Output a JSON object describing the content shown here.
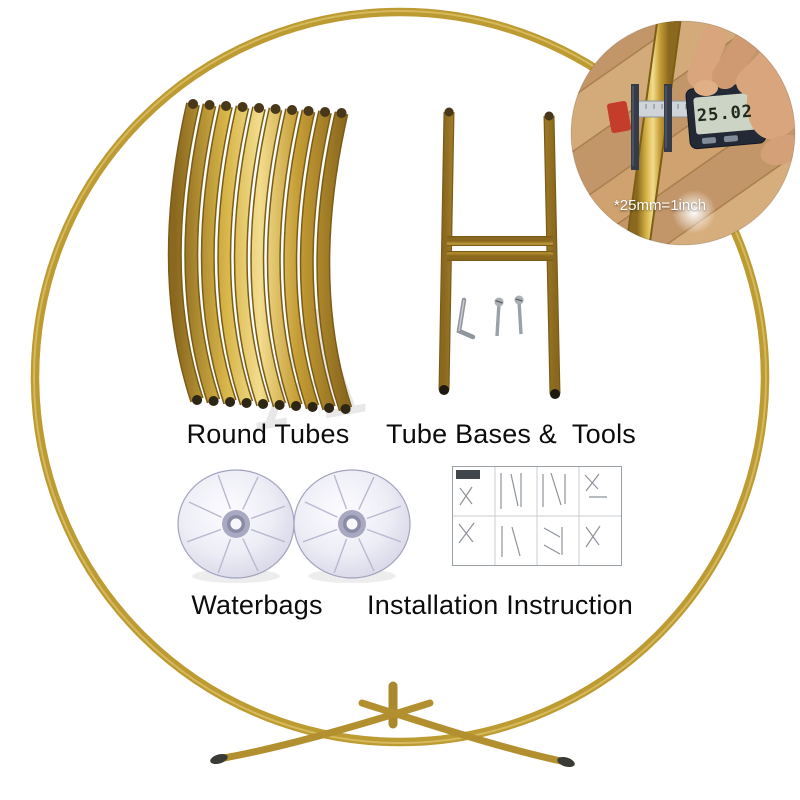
{
  "product": {
    "round_tubes_label": "Round Tubes",
    "tube_bases_label": "Tube Bases &  Tools",
    "waterbags_label": "Waterbags",
    "installation_label": "Installation Instruction"
  },
  "inset": {
    "note": "*25mm=1inch",
    "caliper_reading": "25.02"
  },
  "watermark": "A",
  "colors": {
    "gold": "#bd9b33",
    "gold_light": "#f2dc8e",
    "gold_dark": "#8a681e",
    "label_text": "#0c0c0c",
    "waterbag": "#e9e9f4",
    "lcd_screen": "#ccd5c5",
    "wood": "#c89c6a"
  }
}
